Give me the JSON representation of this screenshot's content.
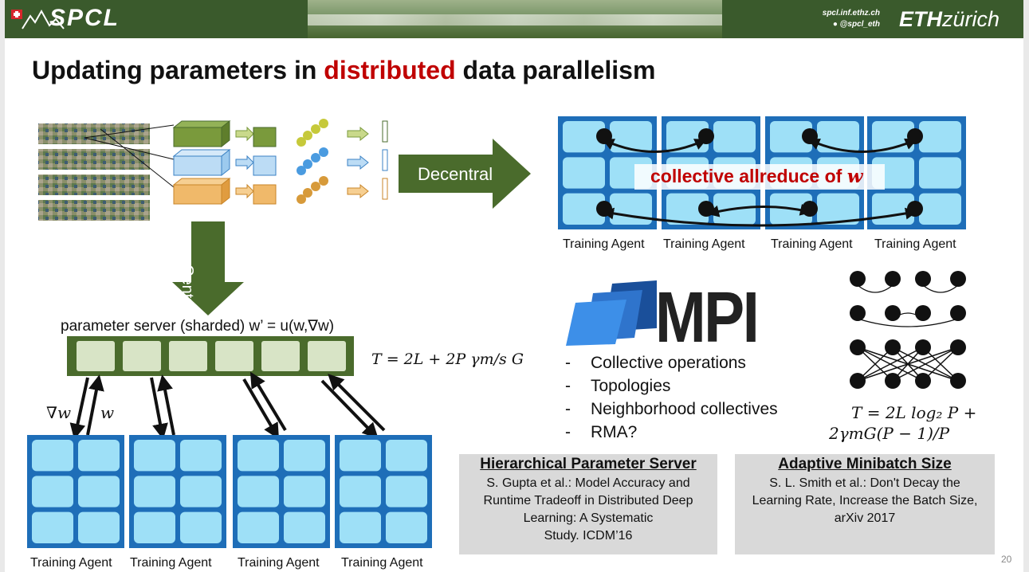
{
  "header": {
    "logo_text": "SPCL",
    "site_url": "spcl.inf.ethz.ch",
    "twitter": "@spcl_eth",
    "eth_bold": "ETH",
    "eth_rest": "zürich"
  },
  "title": {
    "part1": "Updating parameters in ",
    "highlight": "distributed",
    "part2": " data parallelism"
  },
  "diagram": {
    "decentral_label": "Decentral",
    "central_label": "Central",
    "allreduce_text": "collective allreduce of ",
    "allreduce_var": "w",
    "training_agent": "Training Agent",
    "parameter_server_label": "parameter server (sharded) w’ = u(w,∇w)",
    "grad_label": "∇w",
    "weight_label": "w",
    "central_formula": "T = 2L + 2P γm/s G",
    "decentral_formula_line1": "T = 2L log₂ P +",
    "decentral_formula_line2": "2γmG(P − 1)/P"
  },
  "mpi": {
    "logo_text": "MPI",
    "bullets": [
      "Collective operations",
      "Topologies",
      "Neighborhood collectives",
      "RMA?"
    ],
    "bullet_marker": "-"
  },
  "references": [
    {
      "heading": "Hierarchical Parameter Server",
      "lines": [
        "S. Gupta et al.: Model Accuracy and",
        "Runtime Tradeoff in Distributed Deep",
        "Learning: A Systematic",
        "Study. ICDM’16"
      ]
    },
    {
      "heading": "Adaptive Minibatch Size",
      "lines": [
        "S. L. Smith et al.: Don't Decay the",
        "Learning Rate, Increase the Batch Size,",
        "arXiv 2017"
      ]
    }
  ],
  "page_number": "20",
  "colors": {
    "banner": "#3a5a2c",
    "accent_red": "#c00000",
    "agent_blue": "#1e6eb8",
    "cell_cyan": "#9ee0f7",
    "arrow_green": "#4a6b2c",
    "server_bar": "#4a6b2c",
    "server_cell": "#d8e4c6",
    "ref_box": "#d9d9d9"
  }
}
